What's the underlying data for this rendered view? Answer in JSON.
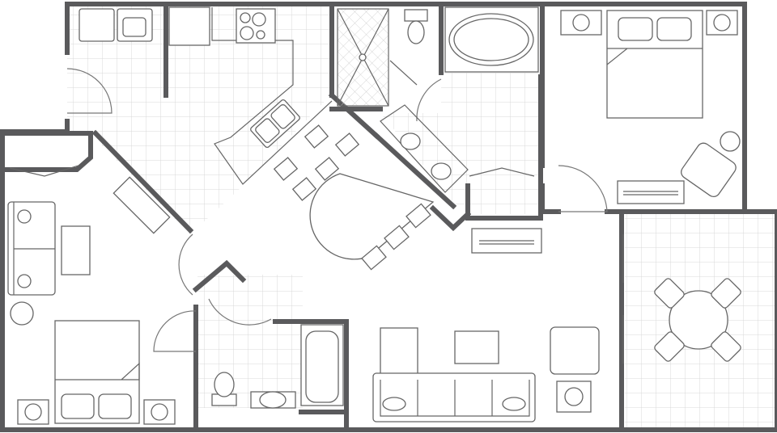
{
  "colors": {
    "wall": "#5a5a5c",
    "tile_grid": "#d9d9d9",
    "furniture": "#666666",
    "background": "#ffffff"
  },
  "rooms": [
    "laundry",
    "kitchen",
    "master-shower",
    "master-bath",
    "master-bedroom",
    "second-bedroom",
    "living-room",
    "second-bath",
    "balcony"
  ]
}
